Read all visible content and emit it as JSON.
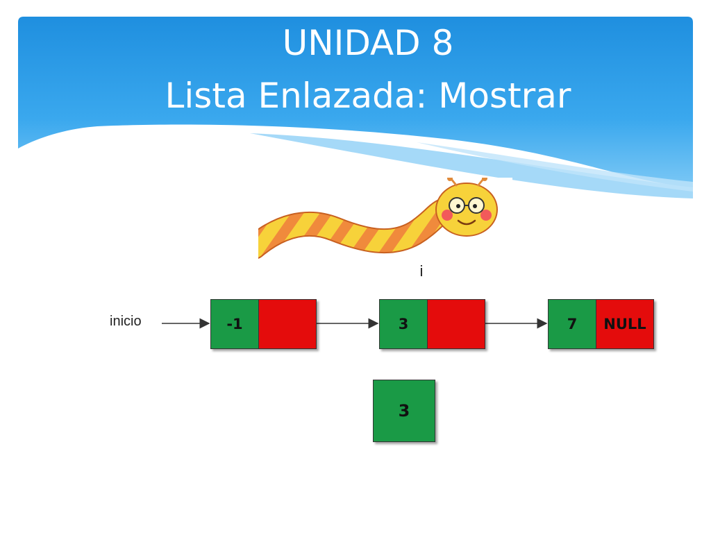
{
  "title": {
    "line1": "UNIDAD 8",
    "line2": "Lista Enlazada: Mostrar"
  },
  "pointer_label": "i",
  "start_label": "inicio",
  "nodes": [
    {
      "value": "-1",
      "next": ""
    },
    {
      "value": "3",
      "next": ""
    },
    {
      "value": "7",
      "next": "NULL"
    }
  ],
  "shown_value": "3",
  "colors": {
    "header_blue": "#2f9fe6",
    "node_value_green": "#1a9a46",
    "node_pointer_red": "#e40c0c",
    "worm_yellow": "#f7d23a",
    "worm_orange": "#f08a3c"
  },
  "icons": {
    "worm": "worm-illustration"
  }
}
